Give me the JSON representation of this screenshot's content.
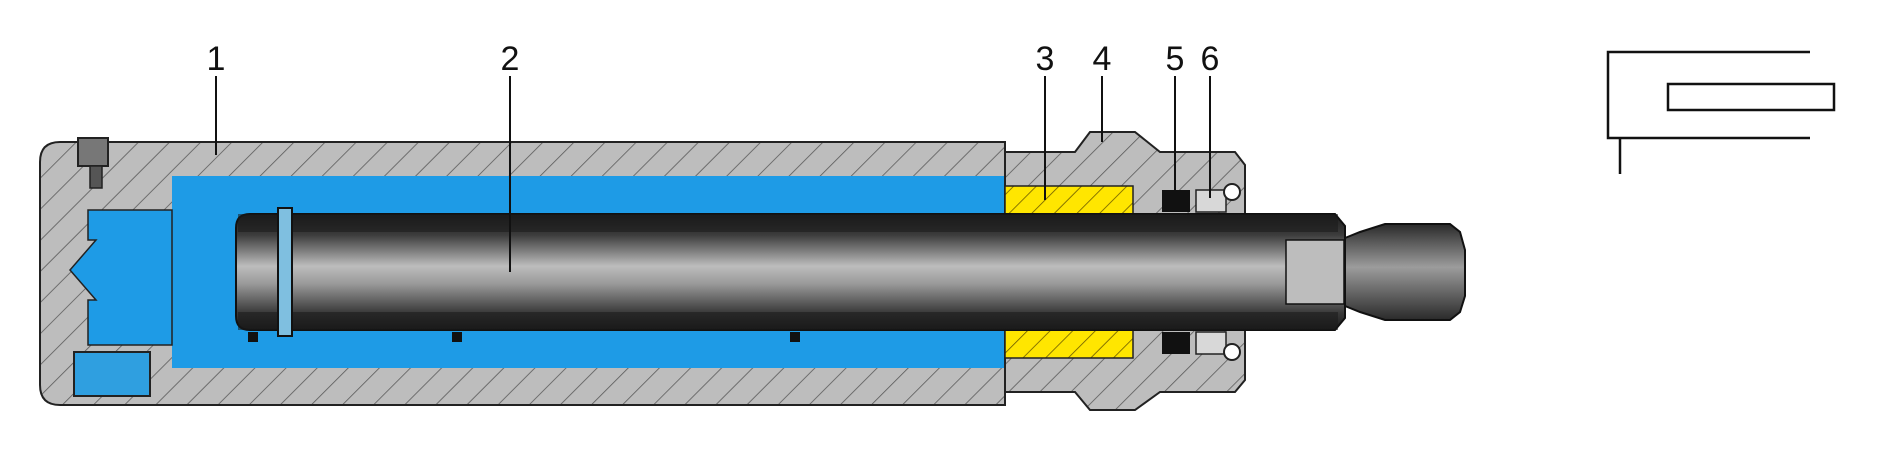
{
  "labels": [
    "1",
    "2",
    "3",
    "4",
    "5",
    "6"
  ],
  "colors": {
    "housing": "#bdbdbd",
    "hatch": "#5a5a5a",
    "fluid": "#1e9be6",
    "bushing": "#ffe600",
    "rod_dark": "#2a2a2a",
    "rod_light": "#a8a8a8",
    "outline": "#222222"
  },
  "icons": {
    "symbol": "single-acting-cylinder-symbol-icon"
  }
}
